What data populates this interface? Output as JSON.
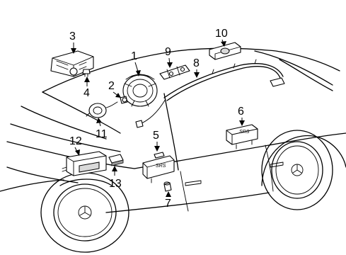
{
  "callouts": [
    "1",
    "2",
    "3",
    "4",
    "5",
    "6",
    "7",
    "8",
    "9",
    "10",
    "11",
    "12",
    "13"
  ],
  "module_label": "SRS"
}
